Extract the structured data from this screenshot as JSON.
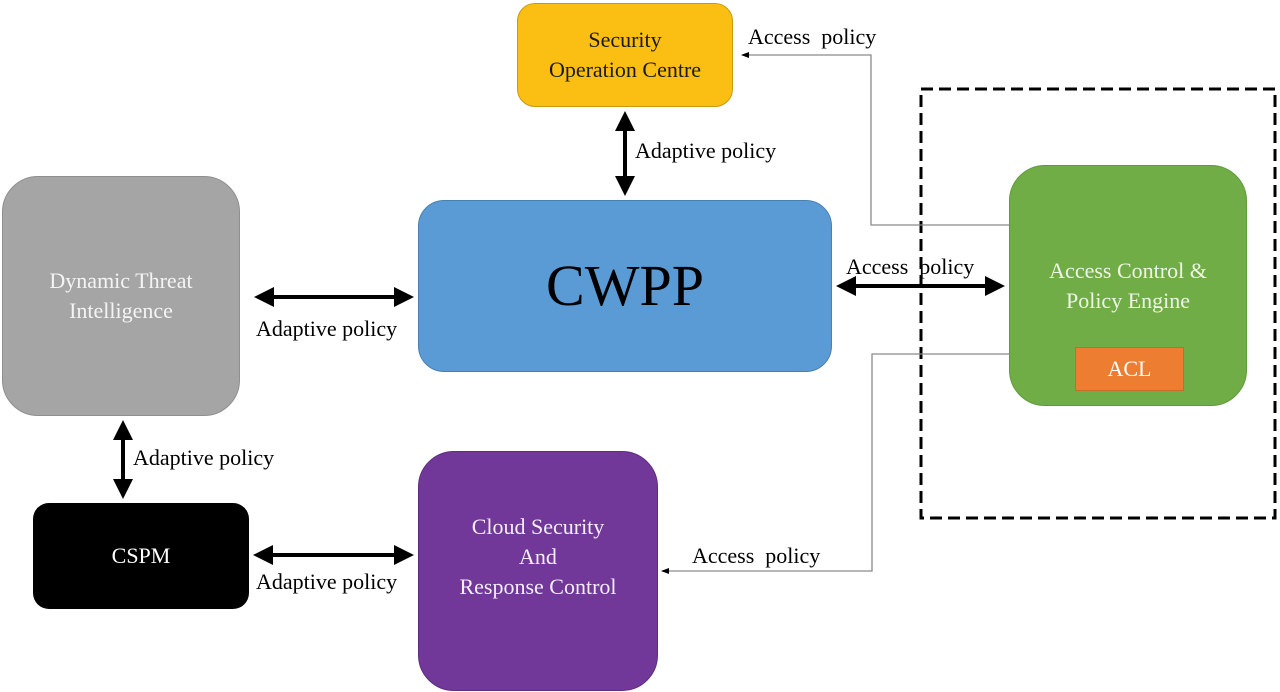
{
  "diagram": {
    "nodes": {
      "soc": {
        "line1": "Security",
        "line2": "Operation Centre",
        "color": "#fbbf14"
      },
      "cwpp": {
        "label": "CWPP",
        "color": "#5a9bd5"
      },
      "dti": {
        "line1": "Dynamic Threat",
        "line2": "Intelligence",
        "color": "#a5a5a5"
      },
      "cspm": {
        "label": "CSPM",
        "color": "#000000"
      },
      "csrc": {
        "line1": "Cloud Security",
        "line2": "And",
        "line3": "Response Control",
        "color": "#713799"
      },
      "acpe": {
        "line1": "Access Control &",
        "line2": "Policy Engine",
        "color": "#70ad47"
      },
      "acl": {
        "label": "ACL",
        "color": "#ed7d31"
      }
    },
    "edges": {
      "soc_cwpp": {
        "label": "Adaptive policy",
        "style": "bidirectional-bold"
      },
      "dti_cwpp": {
        "label": "Adaptive policy",
        "style": "bidirectional-bold"
      },
      "dti_cspm": {
        "label": "Adaptive policy",
        "style": "bidirectional-bold"
      },
      "cspm_csrc": {
        "label": "Adaptive policy",
        "style": "bidirectional-bold"
      },
      "cwpp_acpe": {
        "label": "Access  policy",
        "style": "bidirectional-bold"
      },
      "acpe_soc": {
        "label": "Access  policy",
        "style": "directed-thin"
      },
      "acpe_csrc": {
        "label": "Access  policy",
        "style": "directed-thin"
      }
    },
    "group": {
      "name": "access-control-boundary",
      "style": "dashed"
    }
  }
}
